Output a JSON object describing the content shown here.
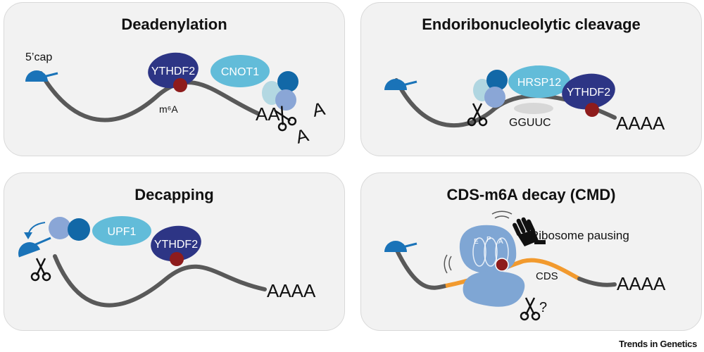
{
  "panels": {
    "deadenylation": {
      "title": "Deadenylation",
      "cap_label": "5’cap",
      "protein_1": "YTHDF2",
      "protein_2": "CNOT1",
      "modification": "m⁶A",
      "tail_1": "AA",
      "tail_2": "A",
      "tail_3": "A"
    },
    "endoribonucleolytic": {
      "title": "Endoribonucleolytic cleavage",
      "protein_1": "HRSP12",
      "protein_2": "YTHDF2",
      "motif": "GGUUC",
      "tail": "AAAA"
    },
    "decapping": {
      "title": "Decapping",
      "protein_1": "UPF1",
      "protein_2": "YTHDF2",
      "tail": "AAAA"
    },
    "cmd": {
      "title": "CDS-m6A decay (CMD)",
      "pausing_label": "Ribosome pausing",
      "site_e": "E",
      "site_p": "P",
      "site_a": "A",
      "cds_label": "CDS",
      "question": "?",
      "tail": "AAAA"
    }
  },
  "journal": "Trends in Genetics",
  "colors": {
    "panel_bg": "#f2f2f2",
    "rna": "#595959",
    "cap": "#1a73b8",
    "ythdf2": "#2d3585",
    "cnot1": "#62bcd9",
    "m6a": "#8e1c1c",
    "ribosome": "#7fa6d4",
    "cds": "#f29a2e"
  }
}
